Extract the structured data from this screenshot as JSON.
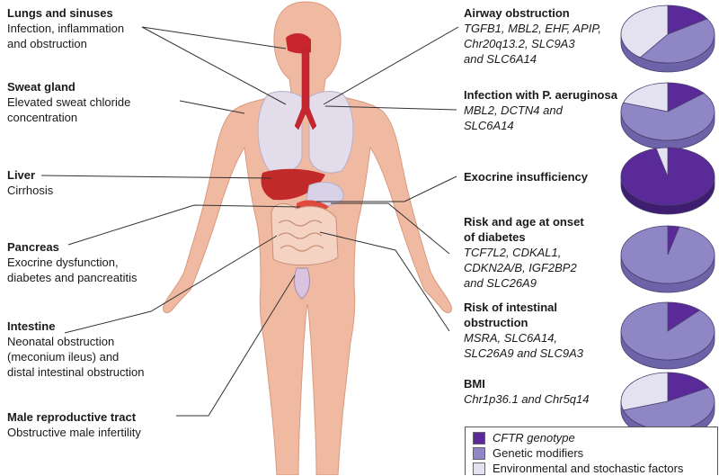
{
  "colors": {
    "cftr": "#5a2a98",
    "cftr_side": "#3f1d70",
    "modifiers": "#8f86c6",
    "modifiers_side": "#6c63a8",
    "environment": "#e4e2f0",
    "environment_side": "#b9b5d2",
    "skin": "#f0b9a2",
    "leader": "#333333"
  },
  "organs": [
    {
      "title": "Lungs and sinuses",
      "desc": [
        "Infection, inflammation",
        "and obstruction"
      ]
    },
    {
      "title": "Sweat gland",
      "desc": [
        "Elevated sweat chloride",
        "concentration"
      ]
    },
    {
      "title": "Liver",
      "desc": [
        "Cirrhosis"
      ]
    },
    {
      "title": "Pancreas",
      "desc": [
        "Exocrine dysfunction,",
        "diabetes and pancreatitis"
      ]
    },
    {
      "title": "Intestine",
      "desc": [
        "Neonatal obstruction",
        "(meconium ileus) and",
        "distal intestinal obstruction"
      ]
    },
    {
      "title": "Male reproductive tract",
      "desc": [
        "Obstructive male infertility"
      ]
    }
  ],
  "traits": [
    {
      "title": "Airway obstruction",
      "genes": [
        "TGFB1, MBL2, EHF, APIP,",
        "Chr20q13.2, SLC9A3",
        "and SLC6A14"
      ]
    },
    {
      "title": "Infection with P. aeruginosa",
      "genes": [
        "MBL2, DCTN4 and",
        "SLC6A14"
      ]
    },
    {
      "title": "Exocrine insufficiency",
      "genes": []
    },
    {
      "title": "Risk and age at onset",
      "title2": "of diabetes",
      "genes": [
        "TCF7L2, CDKAL1,",
        "CDKN2A/B, IGF2BP2",
        "and SLC26A9"
      ]
    },
    {
      "title": "Risk of intestinal",
      "title2": "obstruction",
      "genes": [
        "MSRA, SLC6A14,",
        "SLC26A9 and SLC9A3"
      ]
    },
    {
      "title": "BMI",
      "genes": [
        "Chr1p36.1 and Chr5q14"
      ]
    }
  ],
  "pie_data": [
    {
      "trait": "Airway obstruction",
      "cftr": 0.16,
      "modifiers": 0.44,
      "environment": 0.4
    },
    {
      "trait": "Infection with P. aeruginosa",
      "cftr": 0.14,
      "modifiers": 0.66,
      "environment": 0.2
    },
    {
      "trait": "Exocrine insufficiency",
      "cftr": 0.96,
      "modifiers": 0.0,
      "environment": 0.04
    },
    {
      "trait": "Risk and age at onset of diabetes",
      "cftr": 0.04,
      "modifiers": 0.96,
      "environment": 0.0
    },
    {
      "trait": "Risk of intestinal obstruction",
      "cftr": 0.12,
      "modifiers": 0.88,
      "environment": 0.0
    },
    {
      "trait": "BMI",
      "cftr": 0.17,
      "modifiers": 0.53,
      "environment": 0.3
    }
  ],
  "legend": [
    {
      "label": "CFTR genotype",
      "italic": true
    },
    {
      "label": "Genetic modifiers",
      "italic": false
    },
    {
      "label": "Environmental and stochastic factors",
      "italic": false
    }
  ]
}
